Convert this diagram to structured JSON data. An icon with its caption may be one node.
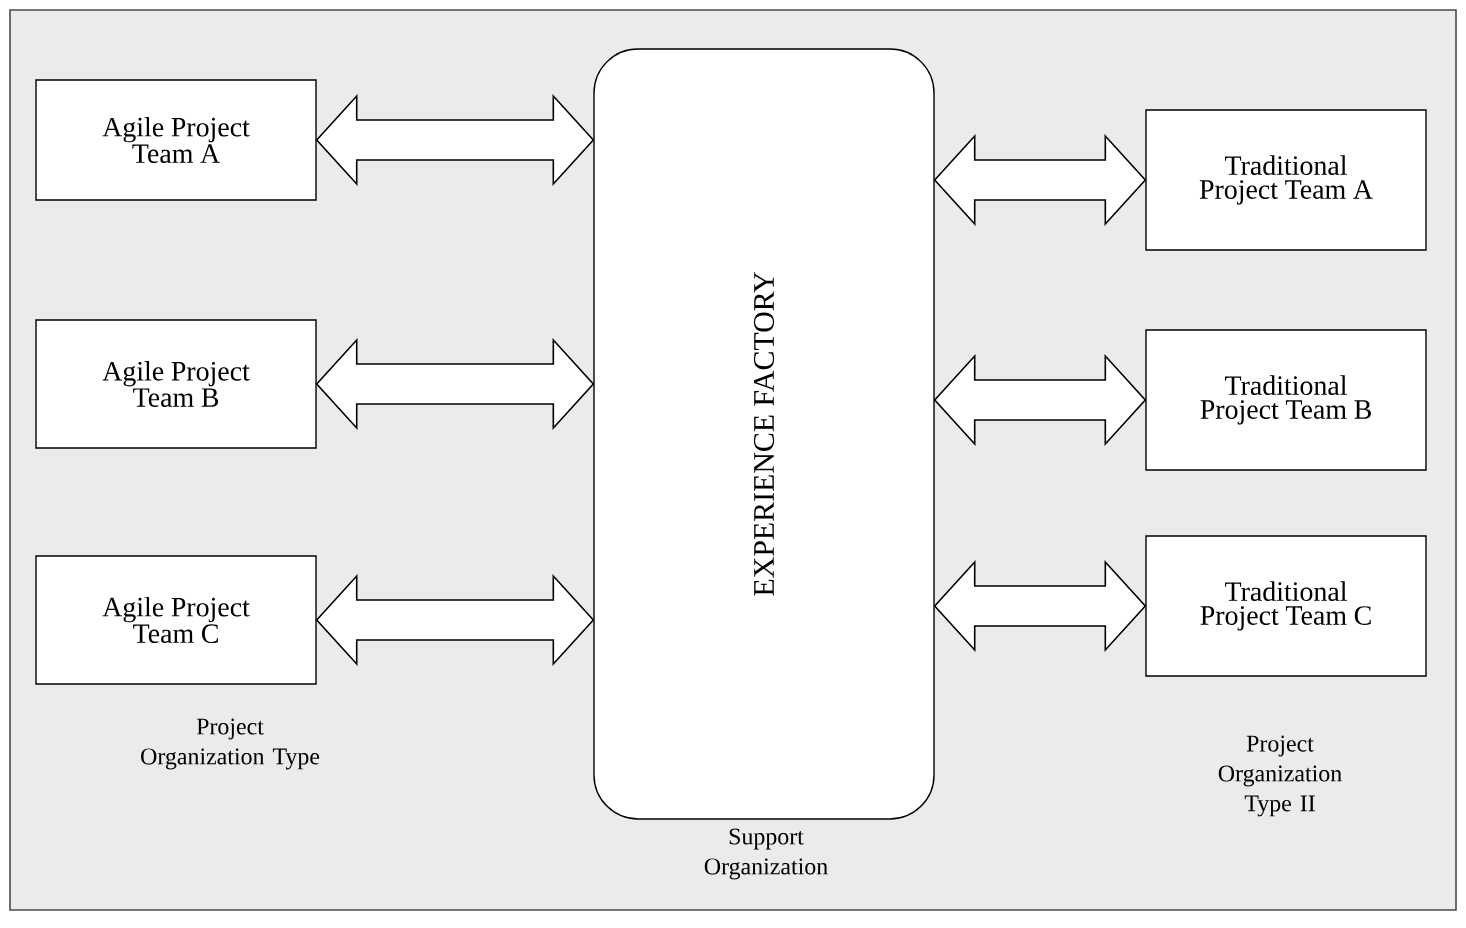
{
  "diagram": {
    "nodes": [
      {
        "text": [
          "Agile Project Team A"
        ]
      },
      {
        "text": [
          "Agile Project Team B"
        ]
      },
      {
        "text": [
          "Agile Project Team C"
        ]
      },
      {
        "text": [
          "EXPERIENCE FACTORY"
        ]
      },
      {
        "text": [
          "Traditional Project Team A"
        ]
      },
      {
        "text": [
          "Traditional Project Team B"
        ]
      },
      {
        "text": [
          "Traditional Project Team C"
        ]
      }
    ],
    "edges": [
      {
        "from": 0,
        "to": 3,
        "arrow": "both"
      },
      {
        "from": 1,
        "to": 3,
        "arrow": "both"
      },
      {
        "from": 2,
        "to": 3,
        "arrow": "both"
      },
      {
        "from": 3,
        "to": 4,
        "arrow": "both"
      },
      {
        "from": 3,
        "to": 5,
        "arrow": "both"
      },
      {
        "from": 3,
        "to": 6,
        "arrow": "both"
      }
    ],
    "labels": [
      "Project Organization Type",
      "Support Organization",
      "Project Organization Type II"
    ]
  }
}
